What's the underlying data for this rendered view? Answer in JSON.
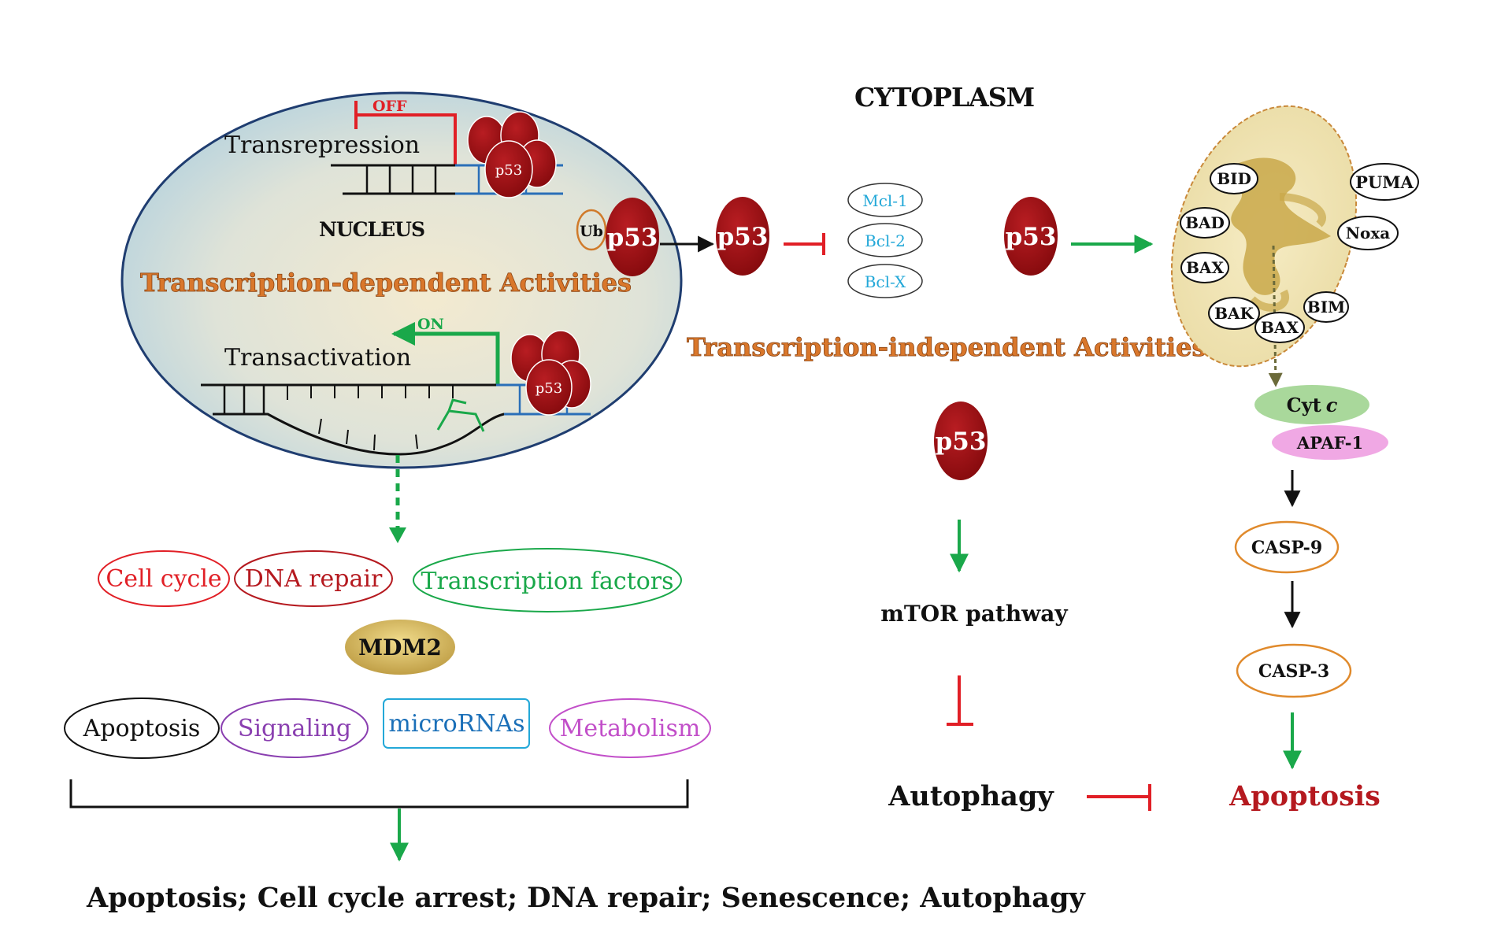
{
  "colors": {
    "p53": "#9e0b0f",
    "green": "#1aa84a",
    "red": "#e11f26",
    "orange": "#c8681e",
    "cyan": "#23a8d8",
    "purple": "#8a3fb0",
    "blue": "#1a6fb8",
    "magenta": "#c24fc9",
    "gold": "#c9a84a"
  },
  "nucleus": {
    "label": "NUCLEUS",
    "transrepression": "Transrepression",
    "off": "OFF",
    "transactivation": "Transactivation",
    "on": "ON",
    "dependent_title": "Transcription-dependent Activities",
    "ub": "Ub",
    "p53_small": "p53",
    "p53_large": "p53"
  },
  "cytoplasm": {
    "label": "CYTOPLASM",
    "independent_title": "Transcription-independent Activities",
    "p53": "p53",
    "bcl_family": [
      "Mcl-1",
      "Bcl-2",
      "Bcl-X"
    ],
    "mito_proteins": [
      "BID",
      "PUMA",
      "BAD",
      "Noxa",
      "BAX",
      "BAK",
      "BAX",
      "BIM"
    ],
    "cytc": "Cyt c",
    "cytc_main": "Cyt",
    "cytc_italic": "c",
    "apaf": "APAF-1",
    "casp9": "CASP-9",
    "casp3": "CASP-3",
    "apoptosis": "Apoptosis",
    "mtor": "mTOR pathway",
    "autophagy": "Autophagy"
  },
  "targets": {
    "row1": [
      "Cell cycle",
      "DNA repair",
      "Transcription factors"
    ],
    "mdm2": "MDM2",
    "row2": [
      "Apoptosis",
      "Signaling",
      "microRNAs",
      "Metabolism"
    ],
    "outcome": "Apoptosis; Cell cycle arrest; DNA repair; Senescence; Autophagy"
  }
}
